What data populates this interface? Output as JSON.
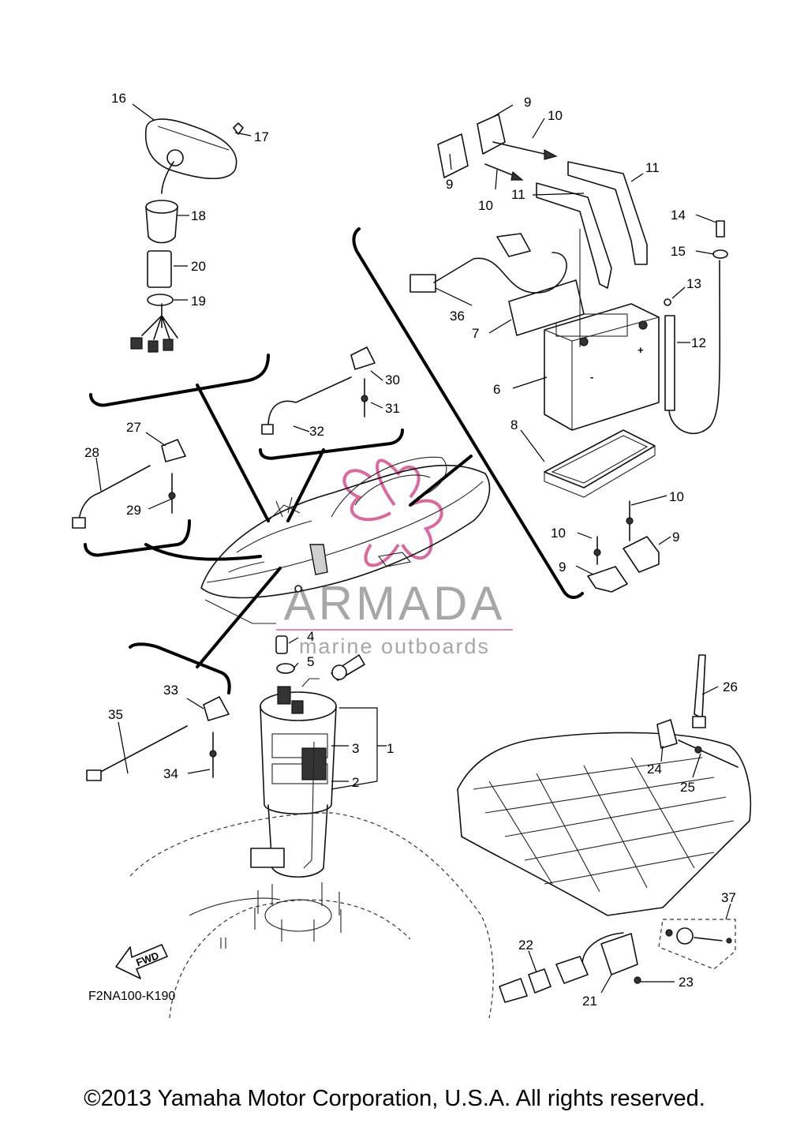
{
  "callouts": [
    {
      "id": "1",
      "text": "1"
    },
    {
      "id": "2",
      "text": "2"
    },
    {
      "id": "3",
      "text": "3"
    },
    {
      "id": "4",
      "text": "4"
    },
    {
      "id": "5",
      "text": "5"
    },
    {
      "id": "6",
      "text": "6"
    },
    {
      "id": "7",
      "text": "7"
    },
    {
      "id": "8",
      "text": "8"
    },
    {
      "id": "9a",
      "text": "9"
    },
    {
      "id": "9b",
      "text": "9"
    },
    {
      "id": "9c",
      "text": "9"
    },
    {
      "id": "9d",
      "text": "9"
    },
    {
      "id": "10a",
      "text": "10"
    },
    {
      "id": "10b",
      "text": "10"
    },
    {
      "id": "10c",
      "text": "10"
    },
    {
      "id": "10d",
      "text": "10"
    },
    {
      "id": "11a",
      "text": "11"
    },
    {
      "id": "11b",
      "text": "11"
    },
    {
      "id": "12",
      "text": "12"
    },
    {
      "id": "13",
      "text": "13"
    },
    {
      "id": "14",
      "text": "14"
    },
    {
      "id": "15",
      "text": "15"
    },
    {
      "id": "16",
      "text": "16"
    },
    {
      "id": "17",
      "text": "17"
    },
    {
      "id": "18",
      "text": "18"
    },
    {
      "id": "19",
      "text": "19"
    },
    {
      "id": "20",
      "text": "20"
    },
    {
      "id": "21",
      "text": "21"
    },
    {
      "id": "22",
      "text": "22"
    },
    {
      "id": "23",
      "text": "23"
    },
    {
      "id": "24",
      "text": "24"
    },
    {
      "id": "25",
      "text": "25"
    },
    {
      "id": "26",
      "text": "26"
    },
    {
      "id": "27",
      "text": "27"
    },
    {
      "id": "28",
      "text": "28"
    },
    {
      "id": "29",
      "text": "29"
    },
    {
      "id": "30",
      "text": "30"
    },
    {
      "id": "31",
      "text": "31"
    },
    {
      "id": "32",
      "text": "32"
    },
    {
      "id": "33",
      "text": "33"
    },
    {
      "id": "34",
      "text": "34"
    },
    {
      "id": "35",
      "text": "35"
    },
    {
      "id": "36",
      "text": "36"
    },
    {
      "id": "37",
      "text": "37"
    }
  ],
  "diagram_code": "F2NA100-K190",
  "direction_label": "FWD",
  "watermark": {
    "brand": "ARMADA",
    "tagline": "marine outboards",
    "color": "#d96aa0"
  },
  "copyright": "©2013 Yamaha Motor Corporation, U.S.A. All rights reserved."
}
